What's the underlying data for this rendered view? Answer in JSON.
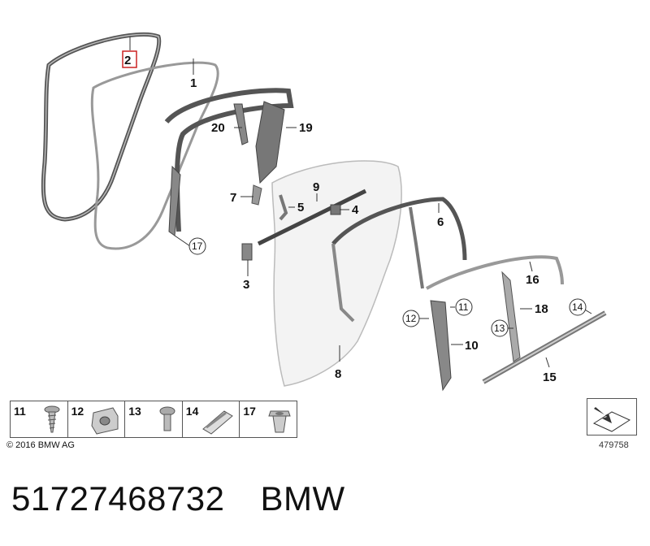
{
  "labels": {
    "n1": "1",
    "n2": "2",
    "n3": "3",
    "n4": "4",
    "n5": "5",
    "n6": "6",
    "n7": "7",
    "n8": "8",
    "n9": "9",
    "n10": "10",
    "n11": "11",
    "n12": "12",
    "n13": "13",
    "n14": "14",
    "n15": "15",
    "n16": "16",
    "n17": "17",
    "n18": "18",
    "n19": "19",
    "n20": "20"
  },
  "legend": [
    {
      "num": "11",
      "icon": "self-tapping-screw-icon"
    },
    {
      "num": "12",
      "icon": "clip-nut-icon"
    },
    {
      "num": "13",
      "icon": "screw-icon"
    },
    {
      "num": "14",
      "icon": "edge-clip-icon"
    },
    {
      "num": "17",
      "icon": "expanding-nut-icon"
    }
  ],
  "copyright": "© 2016 BMW AG",
  "ref_number": "479758",
  "footer": {
    "part_number": "51727468732",
    "brand": "BMW"
  },
  "colors": {
    "seal": "#6a6a6a",
    "seal_light": "#b9b9b9",
    "highlight": "#cc2222"
  }
}
